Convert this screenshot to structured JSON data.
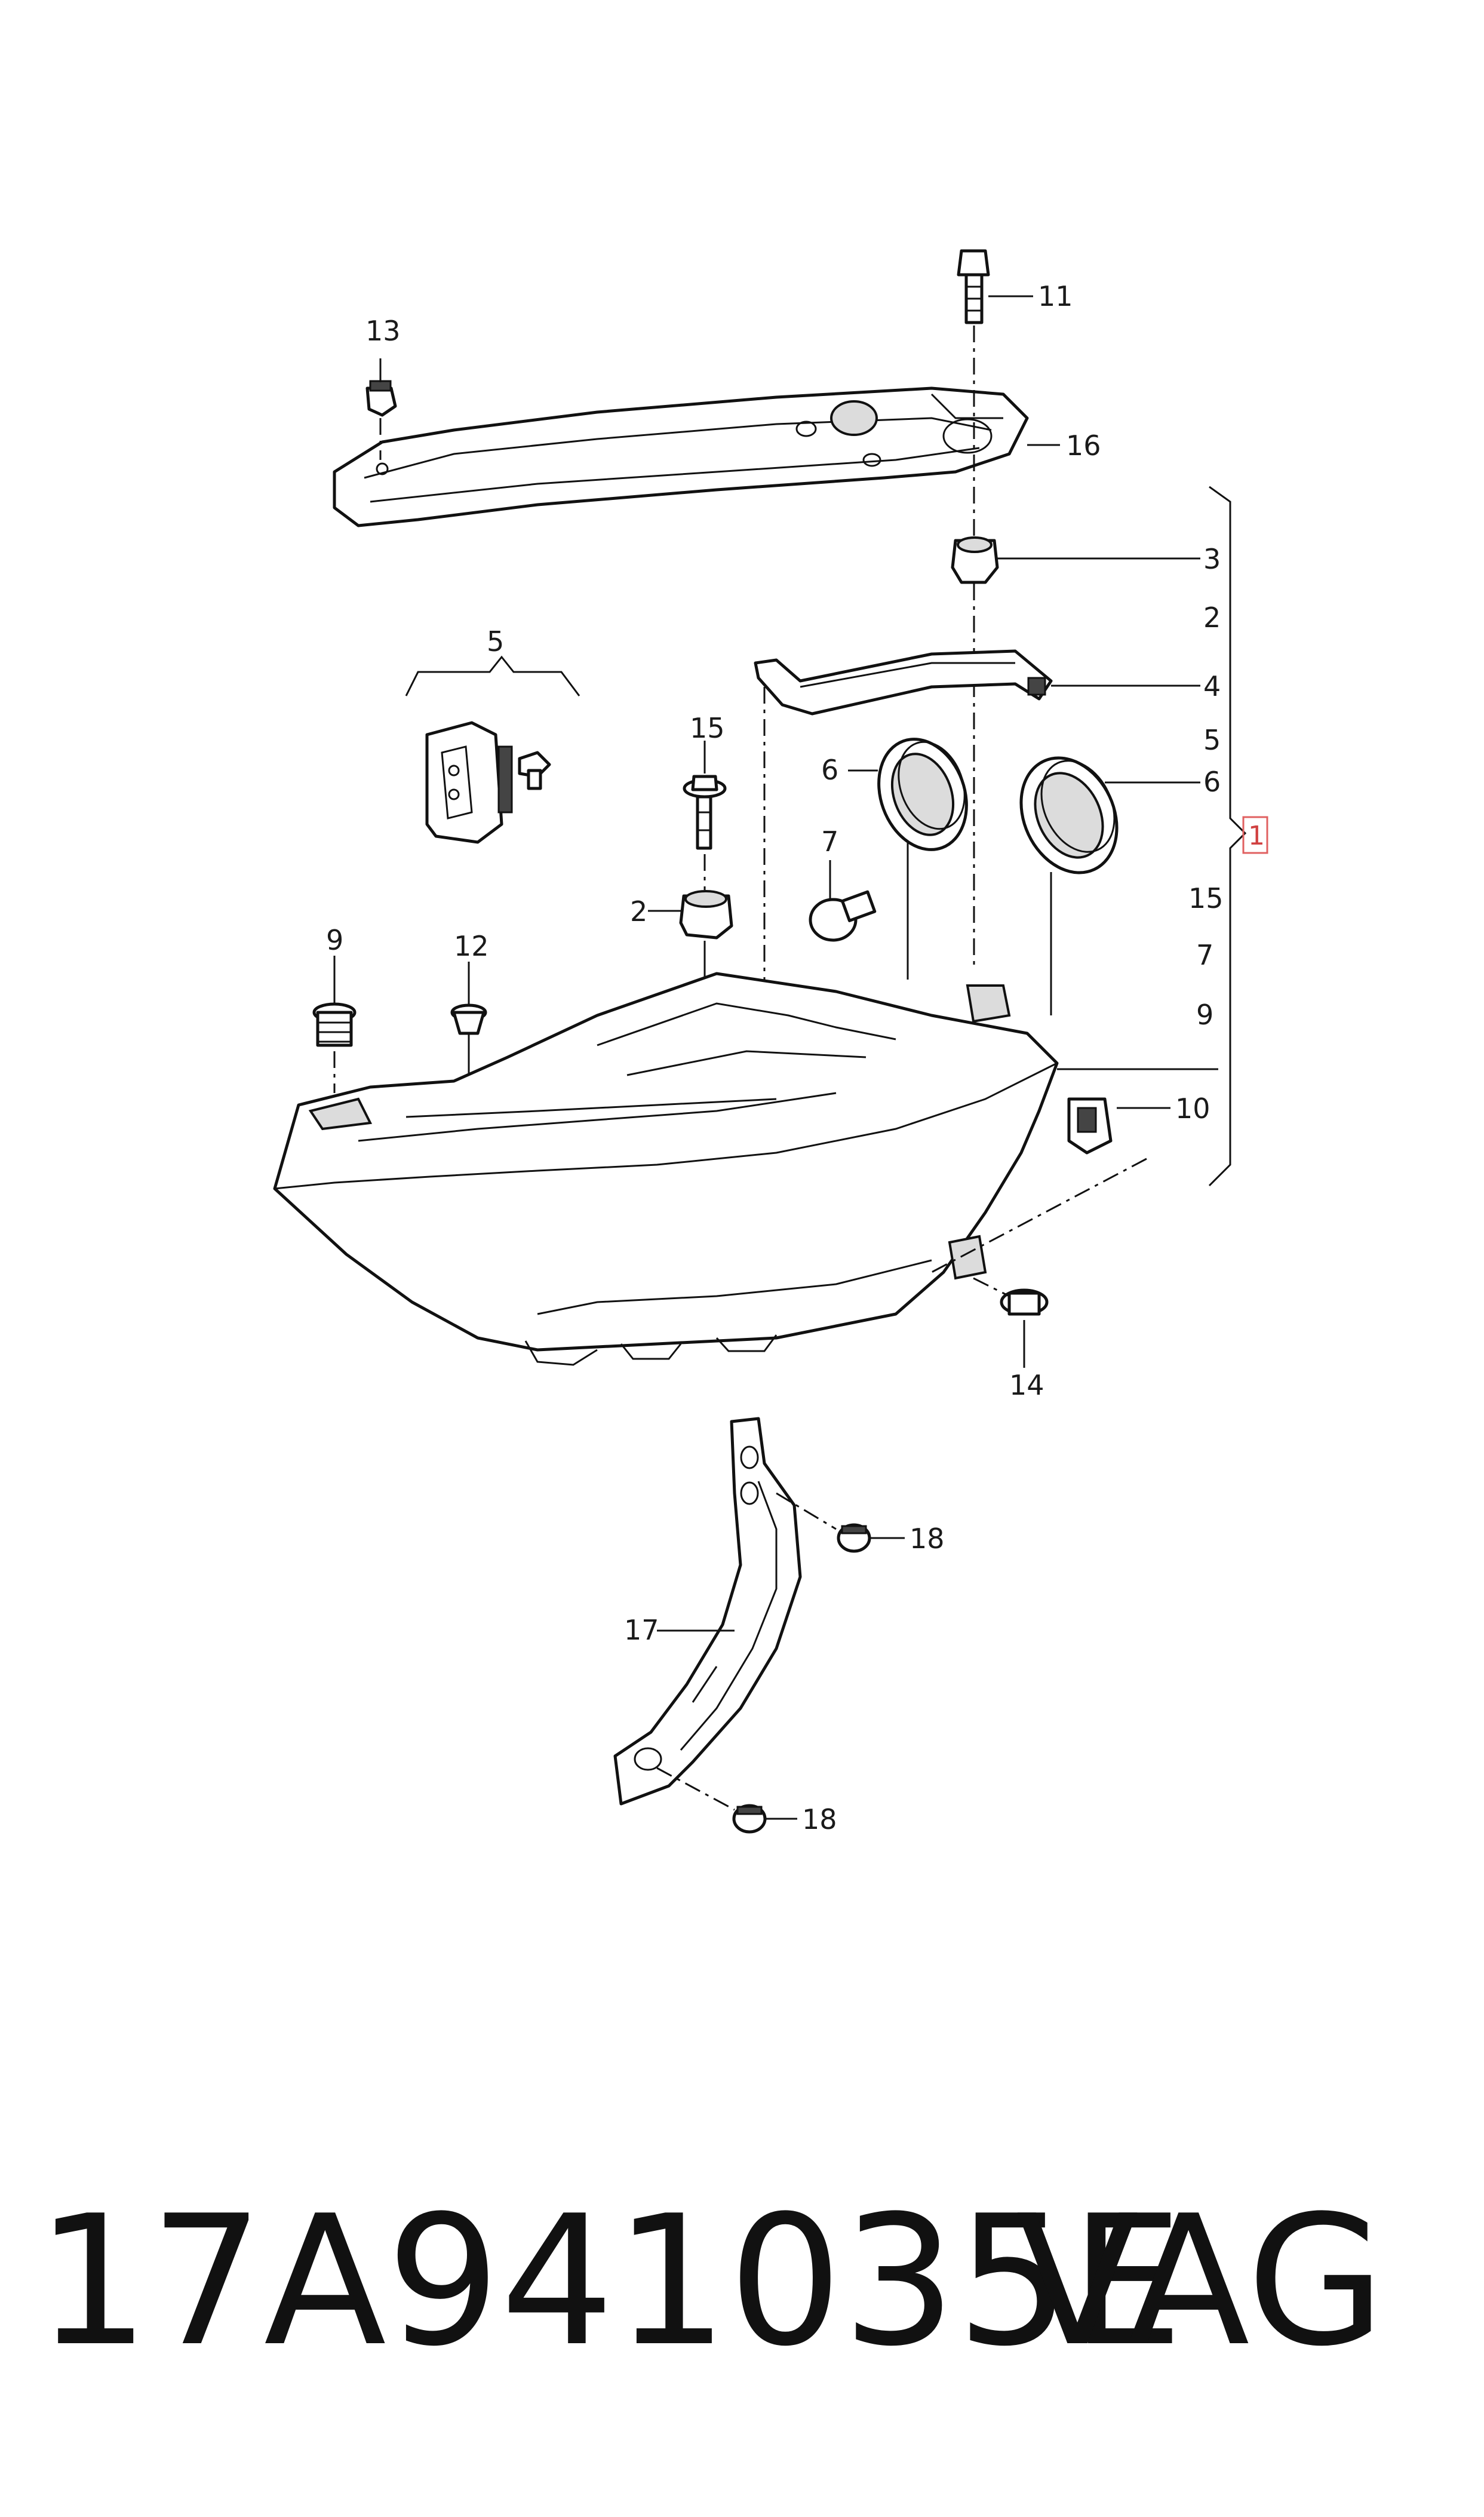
{
  "callouts": {
    "c1": "1",
    "c2a": "2",
    "c2b": "2",
    "c3": "3",
    "c4": "4",
    "c5a": "5",
    "c5b": "5",
    "c6a": "6",
    "c6b": "6",
    "c7a": "7",
    "c7b": "7",
    "c9a": "9",
    "c9b": "9",
    "c10": "10",
    "c11": "11",
    "c12": "12",
    "c13": "13",
    "c14": "14",
    "c15a": "15",
    "c15b": "15",
    "c16": "16",
    "c17": "17",
    "c18a": "18",
    "c18b": "18"
  },
  "footer": {
    "part_number": "17A941035E",
    "brand": "VAG"
  },
  "colors": {
    "line": "#111111",
    "highlight": "#e06060"
  }
}
